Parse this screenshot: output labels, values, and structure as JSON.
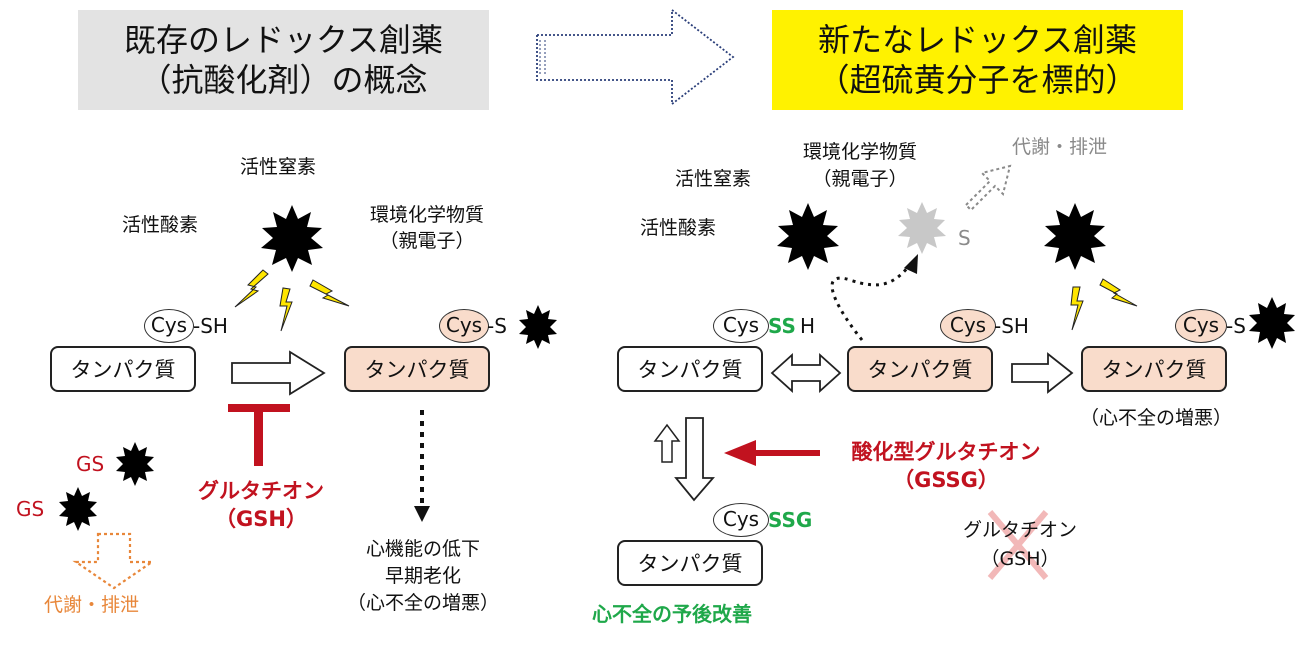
{
  "header": {
    "left_line1": "既存のレドックス創薬",
    "left_line2": "（抗酸化剤）の概念",
    "right_line1": "新たなレドックス創薬",
    "right_line2": "（超硫黄分子を標的）"
  },
  "left": {
    "ros": "活性酸素",
    "rns": "活性窒素",
    "env1": "環境化学物質",
    "env2": "（親電子）",
    "cys": "Cys",
    "sh": "-SH",
    "s": "-S",
    "protein": "タンパク質",
    "protein2": "タンパク質",
    "gs1": "GS",
    "gs2": "GS",
    "metab": "代謝・排泄",
    "gsh1": "グルタチオン",
    "gsh2": "（GSH）",
    "out1": "心機能の低下",
    "out2": "早期老化",
    "out3": "（心不全の増悪）"
  },
  "right": {
    "ros": "活性酸素",
    "rns": "活性窒素",
    "env1": "環境化学物質",
    "env2": "（親電子）",
    "metab": "代謝・排泄",
    "s": "S",
    "cys_a": "Cys",
    "ssh_ss": "SS",
    "ssh_h": "H",
    "cys_b": "Cys",
    "sh": "-SH",
    "cys_c": "Cys",
    "s_c": "-S",
    "cys_d": "Cys",
    "ssg": "SSG",
    "protein_a": "タンパク質",
    "protein_b": "タンパク質",
    "protein_c": "タンパク質",
    "protein_d": "タンパク質",
    "hf": "（心不全の増悪）",
    "gssg1": "酸化型グルタチオン",
    "gssg2": "（GSSG）",
    "gsh1": "グルタチオン",
    "gsh2": "（GSH）",
    "improve": "心不全の予後改善"
  },
  "colors": {
    "highlight_yellow": "#fff200",
    "header_gray": "#e3e3e3",
    "protein_pink": "#f9dccb",
    "inhibit_red": "#c1121f",
    "green": "#1fa84a",
    "lightning": "#ffe600",
    "orange": "#e8873a"
  }
}
